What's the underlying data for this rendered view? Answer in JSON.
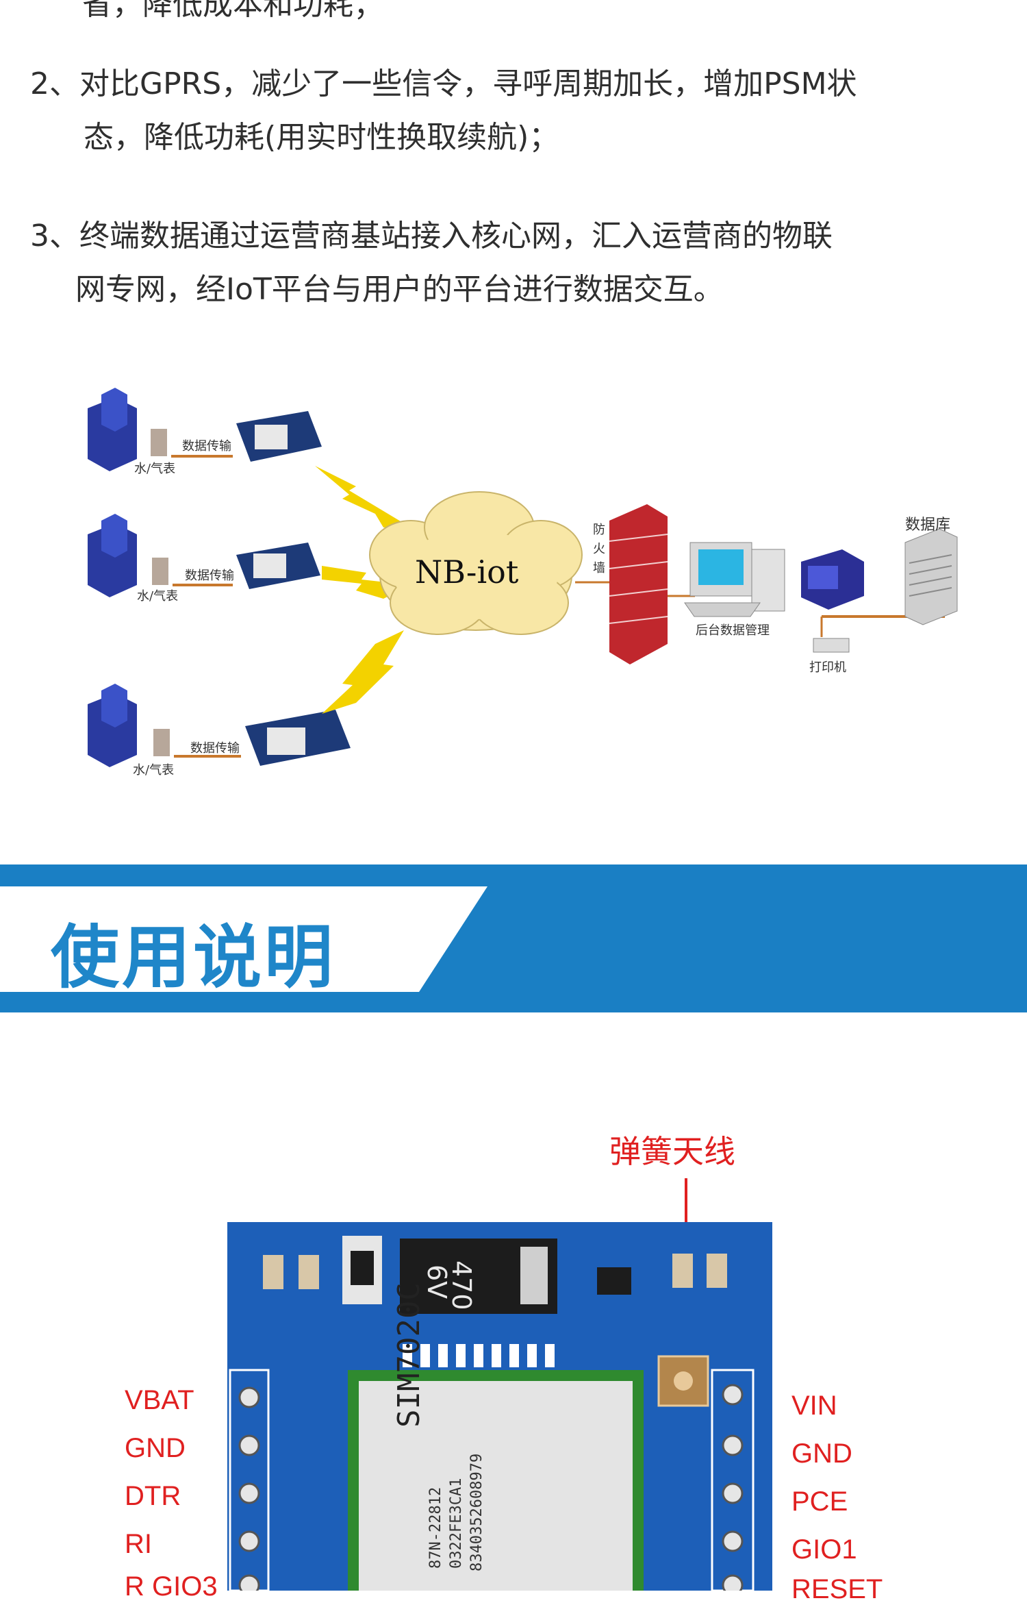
{
  "intro": {
    "cut_line": "省，降低成本和功耗；",
    "items": [
      {
        "num": "2、",
        "line1": "对比GPRS，减少了一些信令，寻呼周期加长，增加PSM状",
        "line2": "态，降低功耗(用实时性换取续航)；"
      },
      {
        "num": "3、",
        "line1": "终端数据通过运营商基站接入核心网，汇入运营商的物联",
        "line2": "网专网，经IoT平台与用户的平台进行数据交互。"
      }
    ]
  },
  "diagram": {
    "meter_label": "水/气表",
    "transfer_label": "数据传输",
    "cloud_label": "NB-iot",
    "firewall_label": "防火墙",
    "backend_label": "后台数据管理",
    "printer_label": "打印机",
    "database_label": "数据库",
    "colors": {
      "lightning": "#f3d200",
      "cloud": "#f8e7a6",
      "firewall": "#c0272d",
      "line": "#c8782d"
    }
  },
  "section": {
    "title": "使用说明",
    "colors": {
      "banner": "#1a7fc4",
      "title": "#1f86c9"
    }
  },
  "board": {
    "antenna_label": "弹簧天线",
    "chip_model": "SIM7020C",
    "chip_line2": "87N-22812",
    "chip_line3": "0322FE3CA1",
    "chip_line4": "8340352608979",
    "component_text1": "470",
    "component_text2": "6V",
    "left_pins": [
      "VBAT",
      "GND",
      "DTR",
      "RI",
      "R GIO3"
    ],
    "right_pins": [
      "VIN",
      "GND",
      "PCE",
      "GIO1",
      "RESET"
    ],
    "colors": {
      "pcb": "#1d5fb8",
      "label": "#e02020"
    }
  }
}
